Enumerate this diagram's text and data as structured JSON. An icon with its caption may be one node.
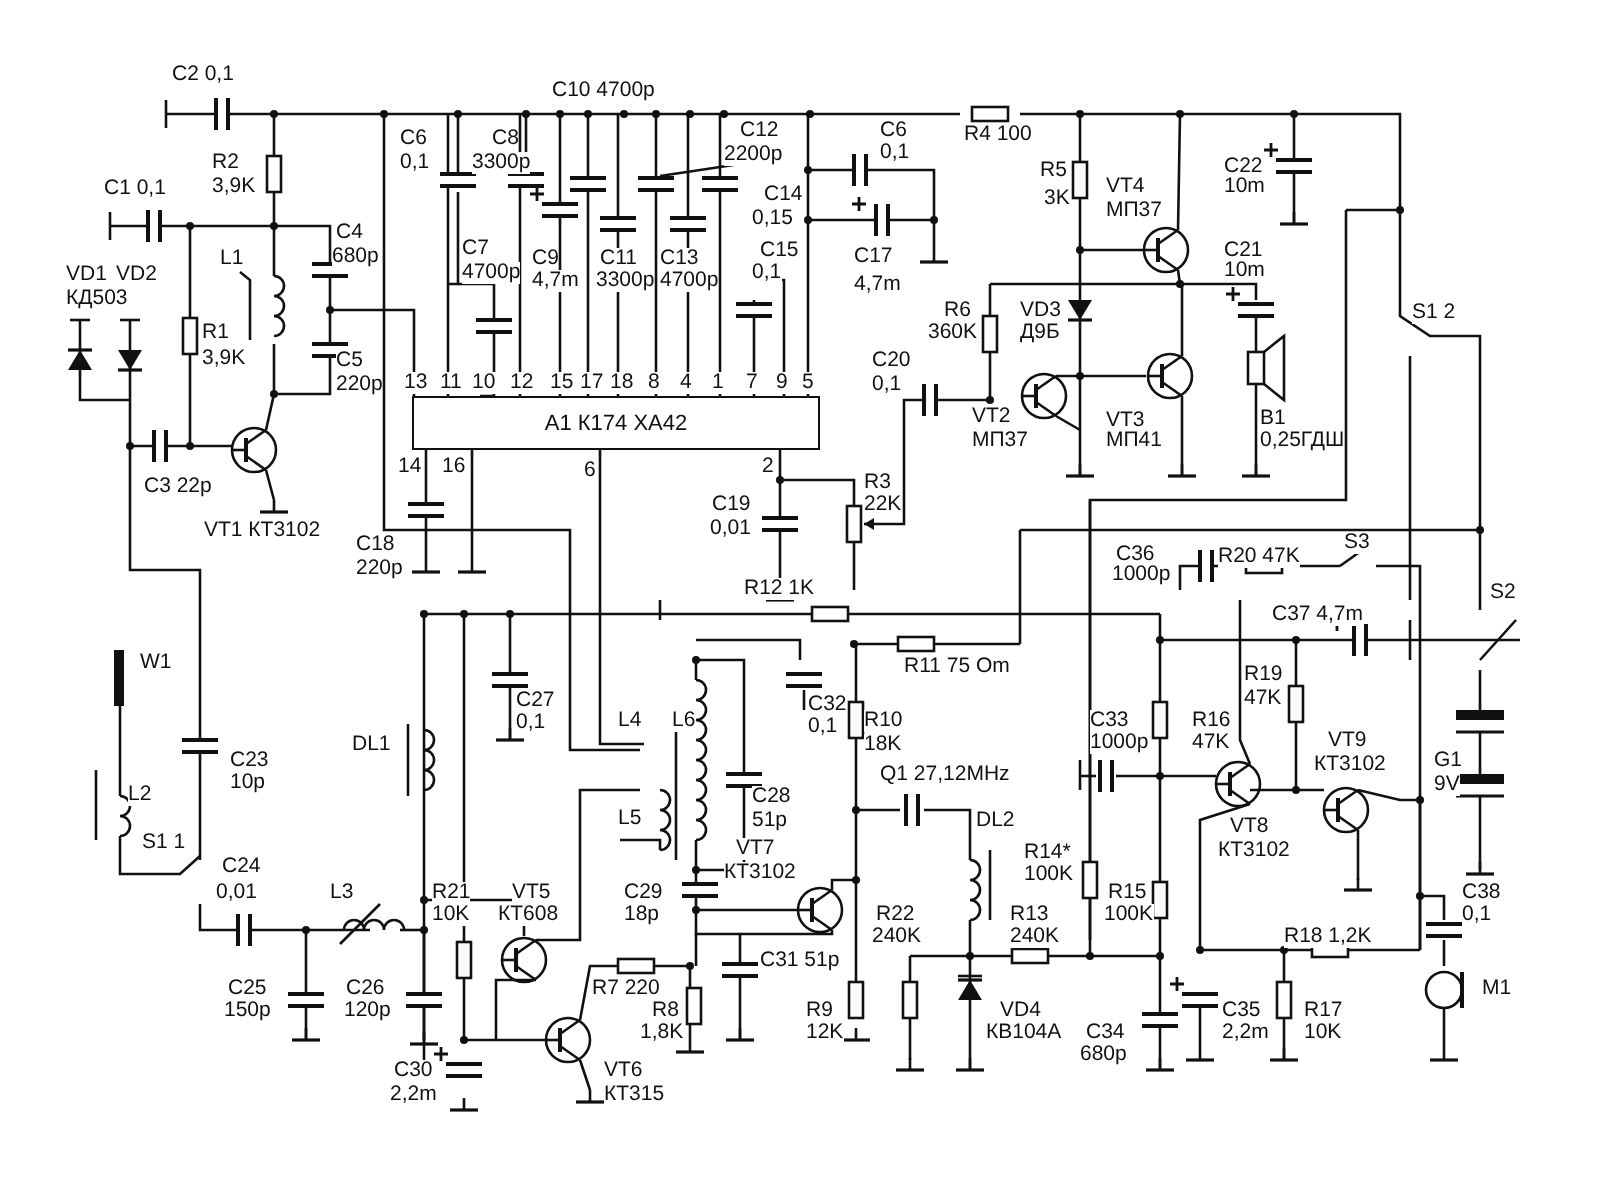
{
  "diagram": {
    "nodes": [
      {
        "text": [
          "A1 К174 ХА42"
        ]
      }
    ],
    "edges": [],
    "labels": [
      "C2 0,1",
      "C10 4700p",
      "C6",
      "C8",
      "C12",
      "C6",
      "R4 100",
      "R2",
      "0,1",
      "3300p",
      "2200p",
      "0,1",
      "R5",
      "C22",
      "C1 0,1",
      "3,9K",
      "C14",
      "3K",
      "VT4",
      "10m",
      "0,15",
      "МП37",
      "C4",
      "L1",
      "680p",
      "C7",
      "C9",
      "C11",
      "C13",
      "C15",
      "C17",
      "C21",
      "VD1",
      "VD2",
      "4700p",
      "4,7m",
      "3300p",
      "4700p",
      "0,1",
      "4,7m",
      "10m",
      "КД503",
      "R6",
      "VD3",
      "S1 2",
      "R1",
      "360K",
      "Д9Б",
      "3,9K",
      "C5",
      "C20",
      "220p",
      "13",
      "11",
      "10",
      "12",
      "15",
      "17",
      "18",
      "8",
      "4",
      "1",
      "7",
      "9",
      "5",
      "0,1",
      "VT2",
      "VT3",
      "B1",
      "МП37",
      "МП41",
      "0,25ГДШ",
      "14",
      "16",
      "6",
      "2",
      "C3 22p",
      "R3",
      "C19",
      "22K",
      "VT1 КТ3102",
      "0,01",
      "C18",
      "C36",
      "R20 47K",
      "S3",
      "220p",
      "1000p",
      "R12 1K",
      "S2",
      "C37 4,7m",
      "W1",
      "R11 75 Om",
      "R19",
      "C27",
      "C32",
      "47K",
      "0,1",
      "L4",
      "L6",
      "0,1",
      "R10",
      "C33",
      "R16",
      "DL1",
      "18K",
      "1000p",
      "47K",
      "VT9",
      "C23",
      "КТ3102",
      "G1",
      "10p",
      "Q1 27,12MHz",
      "9V",
      "L2",
      "C28",
      "L5",
      "51p",
      "DL2",
      "VT8",
      "S1 1",
      "VT7",
      "R14*",
      "КТ3102",
      "C24",
      "КТ3102",
      "100K",
      "0,01",
      "L3",
      "R21",
      "VT5",
      "C29",
      "R15",
      "C38",
      "10K",
      "КТ608",
      "18p",
      "R22",
      "R13",
      "100K",
      "0,1",
      "240K",
      "240K",
      "R18 1,2K",
      "C31 51p",
      "C25",
      "C26",
      "R7 220",
      "M1",
      "150p",
      "120p",
      "R8",
      "R9",
      "VD4",
      "C35",
      "R17",
      "1,8K",
      "12K",
      "КВ104А",
      "C34",
      "2,2m",
      "10K",
      "680p",
      "C30",
      "VT6",
      "2,2m",
      "КТ315"
    ]
  }
}
